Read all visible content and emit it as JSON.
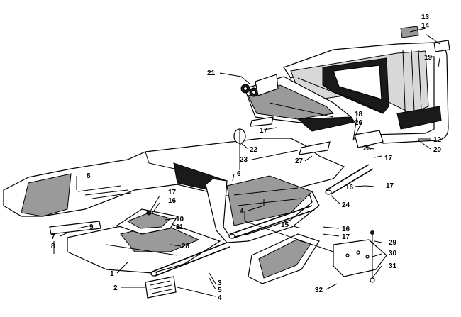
{
  "callouts": [
    {
      "id": "c13",
      "text": "13"
    },
    {
      "id": "c14",
      "text": "14"
    },
    {
      "id": "c19",
      "text": "19"
    },
    {
      "id": "c21",
      "text": "21"
    },
    {
      "id": "c18",
      "text": "18"
    },
    {
      "id": "c26",
      "text": "26"
    },
    {
      "id": "c17a",
      "text": "17"
    },
    {
      "id": "c12",
      "text": "12"
    },
    {
      "id": "c20",
      "text": "20"
    },
    {
      "id": "c25",
      "text": "25"
    },
    {
      "id": "c17b",
      "text": "17"
    },
    {
      "id": "c8a",
      "text": "8"
    },
    {
      "id": "c22",
      "text": "22"
    },
    {
      "id": "c23",
      "text": "23"
    },
    {
      "id": "c27",
      "text": "27"
    },
    {
      "id": "c6",
      "text": "6"
    },
    {
      "id": "c16a",
      "text": "16"
    },
    {
      "id": "c17c",
      "text": "17"
    },
    {
      "id": "c17d",
      "text": "17"
    },
    {
      "id": "c16b",
      "text": "16"
    },
    {
      "id": "c24",
      "text": "24"
    },
    {
      "id": "c4a",
      "text": "4"
    },
    {
      "id": "c10",
      "text": "10"
    },
    {
      "id": "c11",
      "text": "11"
    },
    {
      "id": "c9",
      "text": "9"
    },
    {
      "id": "c7",
      "text": "7"
    },
    {
      "id": "c8b",
      "text": "8"
    },
    {
      "id": "c28",
      "text": "28"
    },
    {
      "id": "c15",
      "text": "15"
    },
    {
      "id": "c16c",
      "text": "16"
    },
    {
      "id": "c17e",
      "text": "17"
    },
    {
      "id": "c29",
      "text": "29"
    },
    {
      "id": "c30",
      "text": "30"
    },
    {
      "id": "c31",
      "text": "31"
    },
    {
      "id": "c1",
      "text": "1"
    },
    {
      "id": "c2",
      "text": "2"
    },
    {
      "id": "c3",
      "text": "3"
    },
    {
      "id": "c5",
      "text": "5"
    },
    {
      "id": "c4b",
      "text": "4"
    },
    {
      "id": "c32",
      "text": "32"
    }
  ]
}
